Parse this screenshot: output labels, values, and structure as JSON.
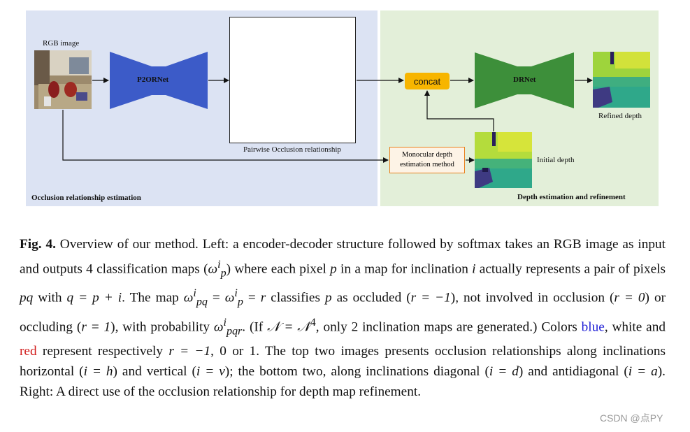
{
  "diagram": {
    "left_panel_title": "Occlusion relationship estimation",
    "right_panel_title": "Depth estimation and refinement",
    "rgb_label": "RGB image",
    "encoder_label": "P2ORNet",
    "occlusion_caption": "Pairwise Occlusion relationship",
    "concat_label": "concat",
    "refine_net_label": "DRNet",
    "refined_label": "Refined depth",
    "mono_label_line1": "Monocular depth",
    "mono_label_line2": "estimation method",
    "initial_label": "Initial depth",
    "colors": {
      "left_panel": "#dce3f3",
      "right_panel": "#e3efd9",
      "encoder": "#3c5bc8",
      "refine_net": "#3d8f3a",
      "concat": "#f7b500",
      "mono_border": "#e8801c"
    }
  },
  "caption": {
    "lead": "Fig. 4.",
    "part1": " Overview of our method. Left: a encoder-decoder structure followed by softmax takes an RGB image as input and outputs 4 classification maps (",
    "part2": ") where each pixel ",
    "part3": " in a map for inclination ",
    "part4": " actually represents a pair of pixels ",
    "part5": " with ",
    "part6": ". The map ",
    "part7": " classifies ",
    "part8": " as occluded (",
    "part9": "), not involved in occlusion (",
    "part10": ") or occluding (",
    "part11": "), with probability ",
    "part12": ". (If ",
    "part13": ", only 2 inclination maps are generated.) Colors ",
    "blue_word": "blue",
    "part14": ", white and ",
    "red_word": "red",
    "part15": " represent respectively ",
    "part16": ", 0 or 1. The top two images presents occlusion relationships along inclinations horizontal (",
    "part17": ") and vertical (",
    "part18": "); the bottom two, along inclinations diagonal (",
    "part19": ") and antidiagonal (",
    "part20": "). Right: A direct use of the occlusion relationship for depth map refinement.",
    "m_omega_p": "ω",
    "m_p": "p",
    "m_i": "i",
    "m_pq": "pq",
    "m_q_eq": "q = p + i",
    "m_map_eq": "ω",
    "m_r_neg1": "r = −1",
    "m_r_0": "r = 0",
    "m_r_1": "r = 1",
    "m_prob": "ω",
    "m_N_eq": "𝒩 = 𝒩",
    "m_N_sup": "4",
    "m_r_neg1_b": "r = −1",
    "m_i_h": "i = h",
    "m_i_v": "i = v",
    "m_i_d": "i = d",
    "m_i_a": "i = a"
  },
  "watermark": "CSDN @点PY"
}
